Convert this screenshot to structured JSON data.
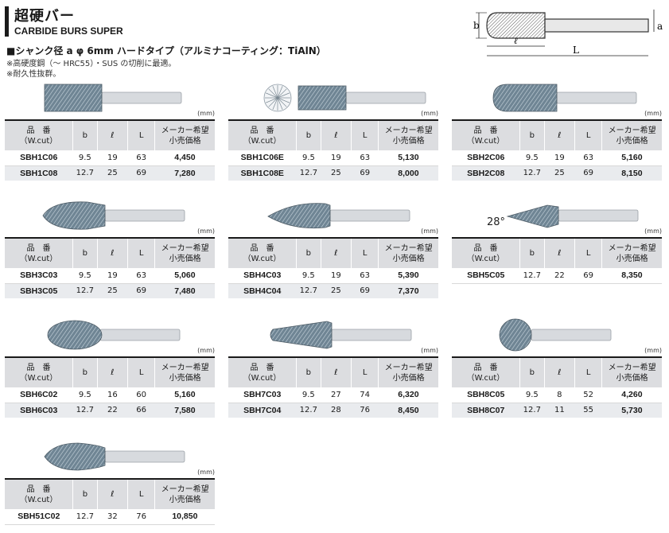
{
  "header": {
    "title_jp": "超硬バー",
    "title_en": "CARBIDE BURS SUPER",
    "spec": "■シャンク径 a φ 6mm ハードタイプ（アルミナコーティング：TiAlN）",
    "notes": [
      "※高硬度鋼（～ HRC55）・SUS の切削に最適。",
      "※耐久性抜群。"
    ]
  },
  "diagram": {
    "label_b": "b",
    "label_l": "ℓ",
    "label_L": "L",
    "label_a": "a"
  },
  "table_headers": {
    "part_line1": "品　番",
    "part_line2": "（W.cut）",
    "b": "b",
    "l": "ℓ",
    "L": "L",
    "price_line1": "メーカー希望",
    "price_line2": "小売価格"
  },
  "unit": "(mm)",
  "products": [
    {
      "rows": [
        {
          "part": "SBH1C06",
          "b": "9.5",
          "l": "19",
          "L": "63",
          "price": "4,450"
        },
        {
          "part": "SBH1C08",
          "b": "12.7",
          "l": "25",
          "L": "69",
          "price": "7,280"
        }
      ]
    },
    {
      "rows": [
        {
          "part": "SBH1C06E",
          "b": "9.5",
          "l": "19",
          "L": "63",
          "price": "5,130"
        },
        {
          "part": "SBH1C08E",
          "b": "12.7",
          "l": "25",
          "L": "69",
          "price": "8,000"
        }
      ]
    },
    {
      "rows": [
        {
          "part": "SBH2C06",
          "b": "9.5",
          "l": "19",
          "L": "63",
          "price": "5,160"
        },
        {
          "part": "SBH2C08",
          "b": "12.7",
          "l": "25",
          "L": "69",
          "price": "8,150"
        }
      ]
    },
    {
      "rows": [
        {
          "part": "SBH3C03",
          "b": "9.5",
          "l": "19",
          "L": "63",
          "price": "5,060"
        },
        {
          "part": "SBH3C05",
          "b": "12.7",
          "l": "25",
          "L": "69",
          "price": "7,480"
        }
      ]
    },
    {
      "rows": [
        {
          "part": "SBH4C03",
          "b": "9.5",
          "l": "19",
          "L": "63",
          "price": "5,390"
        },
        {
          "part": "SBH4C04",
          "b": "12.7",
          "l": "25",
          "L": "69",
          "price": "7,370"
        }
      ]
    },
    {
      "angle": "28°",
      "rows": [
        {
          "part": "SBH5C05",
          "b": "12.7",
          "l": "22",
          "L": "69",
          "price": "8,350"
        }
      ]
    },
    {
      "rows": [
        {
          "part": "SBH6C02",
          "b": "9.5",
          "l": "16",
          "L": "60",
          "price": "5,160"
        },
        {
          "part": "SBH6C03",
          "b": "12.7",
          "l": "22",
          "L": "66",
          "price": "7,580"
        }
      ]
    },
    {
      "rows": [
        {
          "part": "SBH7C03",
          "b": "9.5",
          "l": "27",
          "L": "74",
          "price": "6,320"
        },
        {
          "part": "SBH7C04",
          "b": "12.7",
          "l": "28",
          "L": "76",
          "price": "8,450"
        }
      ]
    },
    {
      "rows": [
        {
          "part": "SBH8C05",
          "b": "9.5",
          "l": "8",
          "L": "52",
          "price": "4,260"
        },
        {
          "part": "SBH8C07",
          "b": "12.7",
          "l": "11",
          "L": "55",
          "price": "5,730"
        }
      ]
    },
    {
      "rows": [
        {
          "part": "SBH51C02",
          "b": "12.7",
          "l": "32",
          "L": "76",
          "price": "10,850"
        }
      ]
    }
  ]
}
